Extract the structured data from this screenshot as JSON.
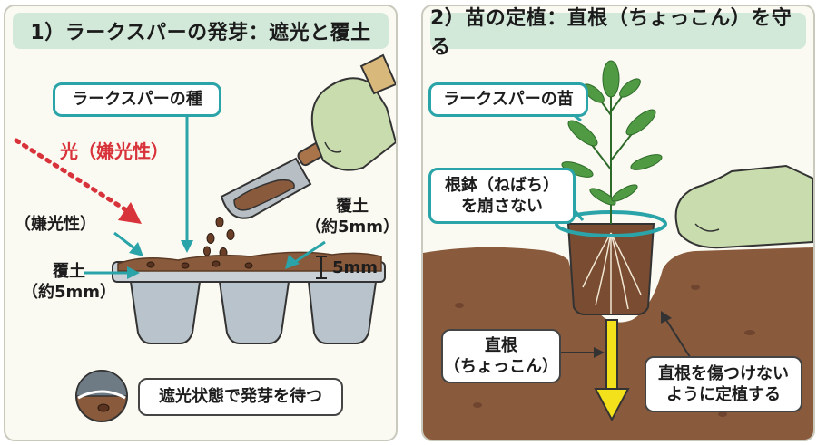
{
  "panel1": {
    "title": "1）ラークスパーの発芽：遮光と覆土",
    "seed_callout": "ラークスパーの種",
    "light_label": "光（嫌光性）",
    "photophobic_label": "（嫌光性）",
    "cover_soil_right": {
      "line1": "覆土",
      "line2": "（約5mm）"
    },
    "cover_soil_left": {
      "line1": "覆土",
      "line2": "（約5mm）"
    },
    "depth_label": "5mm",
    "legend_text": "遮光状態で発芽を待つ"
  },
  "panel2": {
    "title": "2）苗の定植：直根（ちょっこん）を守る",
    "seedling_callout": "ラークスパーの苗",
    "rootball_callout": {
      "line1": "根鉢（ねばち）",
      "line2": "を崩さない"
    },
    "taproot_callout": {
      "line1": "直根",
      "line2": "（ちょっこん）"
    },
    "warning_callout": {
      "line1": "直根を傷つけない",
      "line2": "ように定植する"
    }
  },
  "colors": {
    "title_bar": "#d2e9da",
    "callout_border": "#2aa4a8",
    "light_arrow": "#d8323a",
    "soil": "#8a5a3c",
    "tray": "#b9c3cb",
    "glove": "#c9dcae",
    "taproot_arrow": "#f3e21b",
    "foliage": "#4f9a43"
  },
  "icons": [
    "trowel-icon",
    "glove-icon",
    "seed-icon",
    "seedling-icon",
    "soil-cross-section-icon"
  ]
}
